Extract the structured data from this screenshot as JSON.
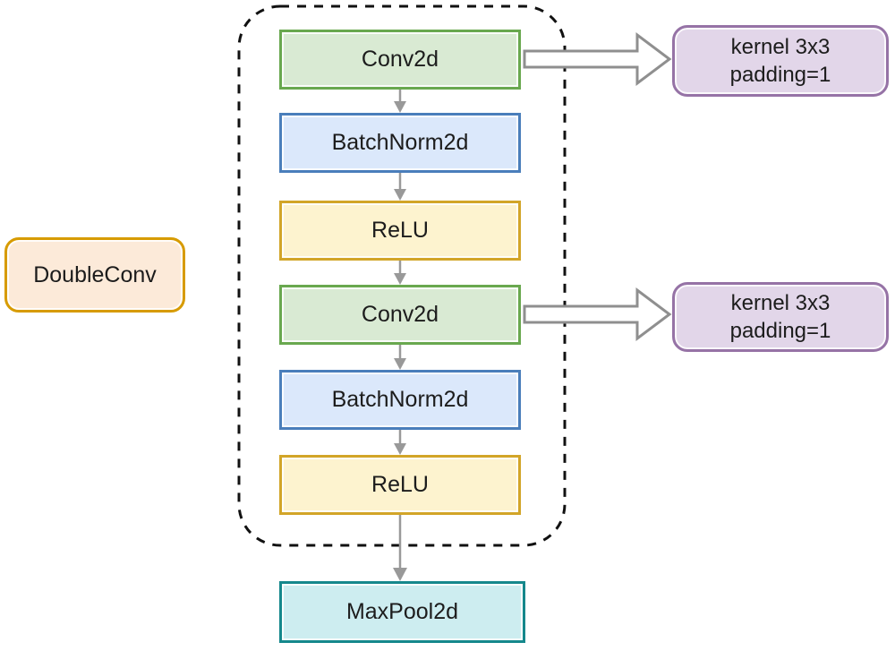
{
  "diagram": {
    "group_label": "DoubleConv",
    "pipeline": [
      {
        "label": "Conv2d",
        "type": "conv"
      },
      {
        "label": "BatchNorm2d",
        "type": "batchnorm"
      },
      {
        "label": "ReLU",
        "type": "relu"
      },
      {
        "label": "Conv2d",
        "type": "conv"
      },
      {
        "label": "BatchNorm2d",
        "type": "batchnorm"
      },
      {
        "label": "ReLU",
        "type": "relu"
      }
    ],
    "output_node": {
      "label": "MaxPool2d"
    },
    "annotations": [
      {
        "line1": "kernel 3x3",
        "line2": "padding=1"
      },
      {
        "line1": "kernel 3x3",
        "line2": "padding=1"
      }
    ],
    "colors": {
      "conv_fill": "#d9ead3",
      "conv_border": "#69a84f",
      "batchnorm_fill": "#dbe8fb",
      "batchnorm_border": "#4a7ebb",
      "relu_fill": "#fdf3cf",
      "relu_border": "#d2a528",
      "maxpool_fill": "#cdedf0",
      "maxpool_border": "#15888c",
      "group_fill": "#fcead9",
      "group_border": "#d79b00",
      "annotation_fill": "#e2d6e9",
      "annotation_border": "#9673a6",
      "arrow_gray": "#999999",
      "dashed_border": "#111111"
    }
  }
}
